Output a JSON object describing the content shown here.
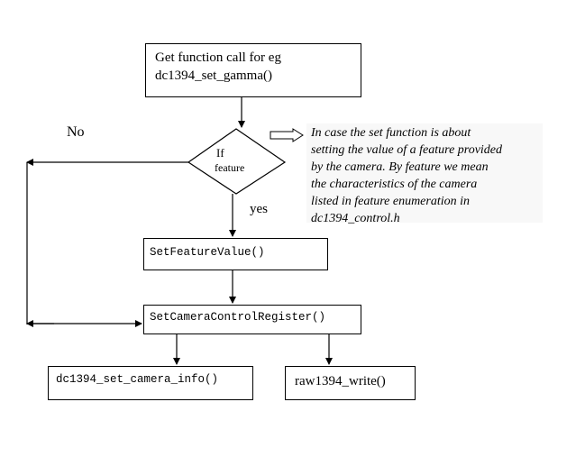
{
  "start_box": {
    "line1": "Get function call for eg",
    "line2": "dc1394_set_gamma()"
  },
  "decision": {
    "line1": "If",
    "line2": "feature"
  },
  "labels": {
    "no": "No",
    "yes": "yes"
  },
  "note": {
    "lines": [
      "In case the set function is about",
      "setting the value of a feature provided",
      "by the camera. By feature we mean",
      "the characteristics of the camera",
      "listed in feature enumeration in",
      "dc1394_control.h"
    ]
  },
  "set_feature_box": {
    "label": "SetFeatureValue()"
  },
  "set_camera_box": {
    "label": "SetCameraControlRegister()"
  },
  "set_info_box": {
    "label": "dc1394_set_camera_info()"
  },
  "raw_write_box": {
    "label": "raw1394_write()"
  }
}
